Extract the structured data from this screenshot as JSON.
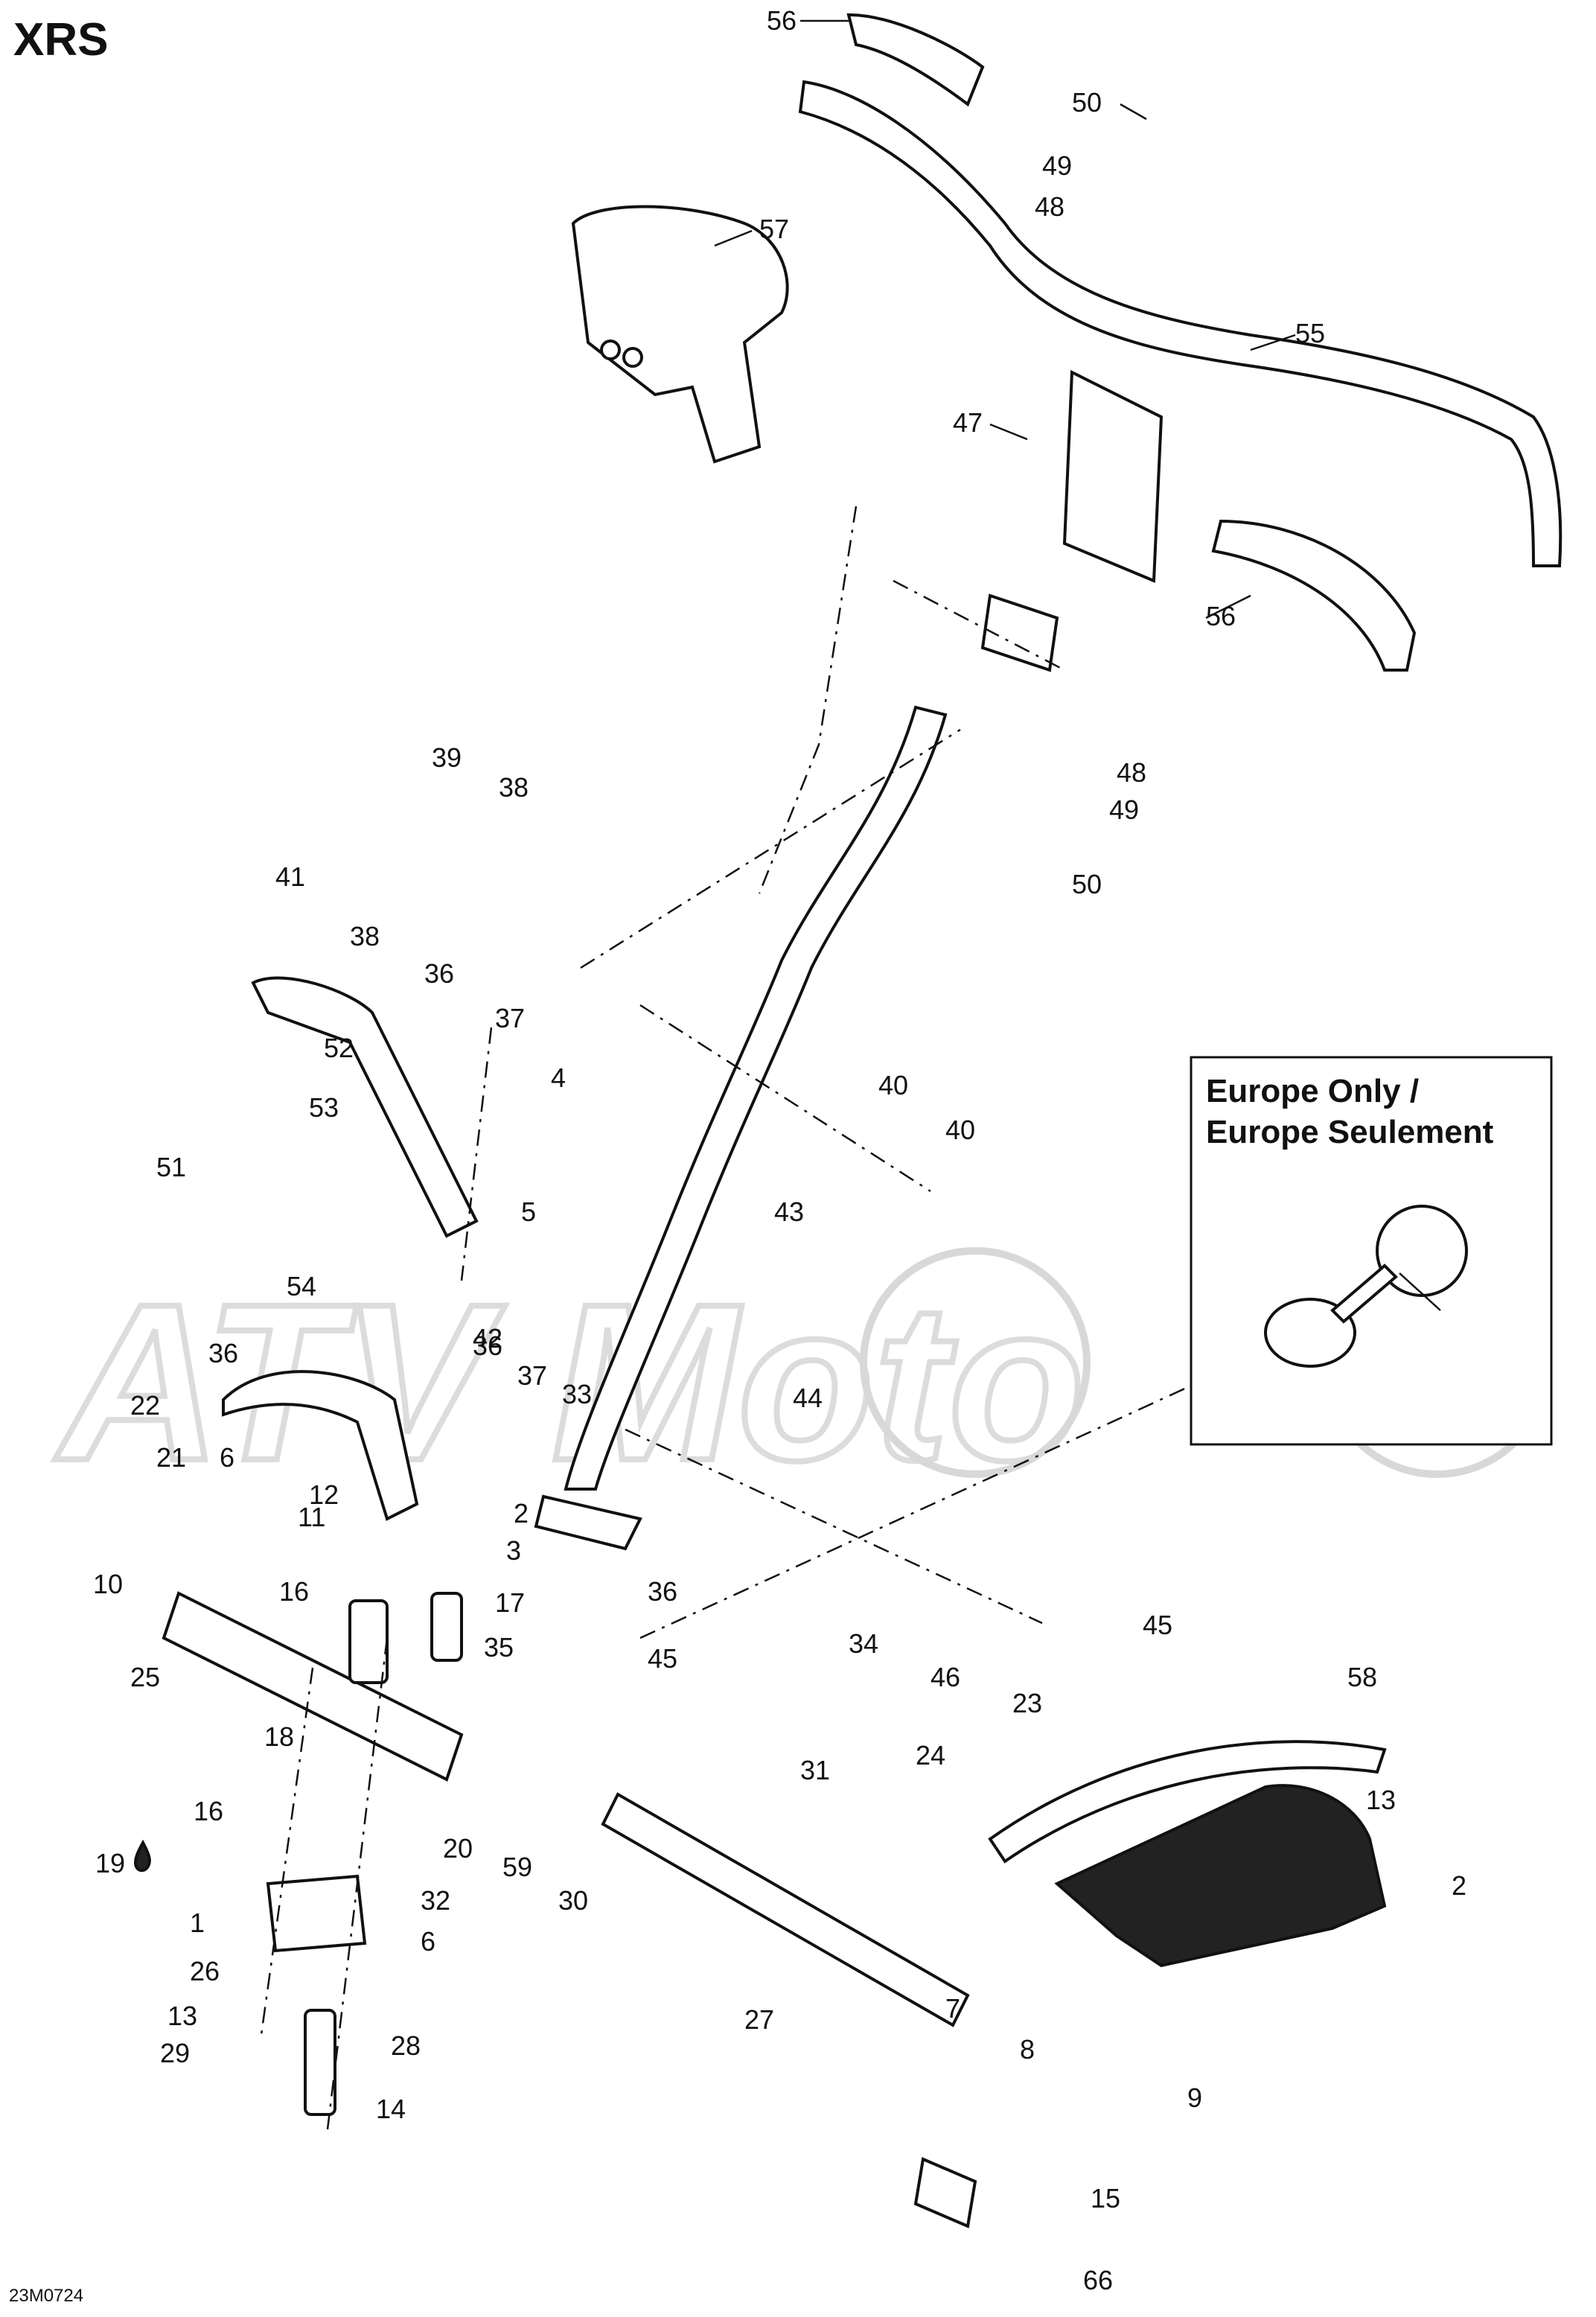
{
  "title": "XRS",
  "diagram_code": "23M0724",
  "watermark": "ATV Moto",
  "inset": {
    "line1": "Europe Only /",
    "line2": "Europe Seulement"
  },
  "callouts": [
    "56",
    "57",
    "50",
    "49",
    "48",
    "55",
    "47",
    "56",
    "48",
    "49",
    "50",
    "39",
    "38",
    "41",
    "38",
    "36",
    "37",
    "52",
    "4",
    "53",
    "51",
    "5",
    "54",
    "36",
    "40",
    "43",
    "40",
    "36",
    "42",
    "37",
    "33",
    "44",
    "22",
    "21",
    "6",
    "12",
    "2",
    "11",
    "3",
    "16",
    "17",
    "10",
    "35",
    "36",
    "34",
    "45",
    "46",
    "45",
    "23",
    "25",
    "18",
    "24",
    "31",
    "58",
    "16",
    "20",
    "59",
    "19",
    "30",
    "13",
    "32",
    "2",
    "1",
    "6",
    "26",
    "27",
    "7",
    "13",
    "28",
    "8",
    "29",
    "9",
    "14",
    "15",
    "66"
  ],
  "oil_symbol": "drop-icon"
}
